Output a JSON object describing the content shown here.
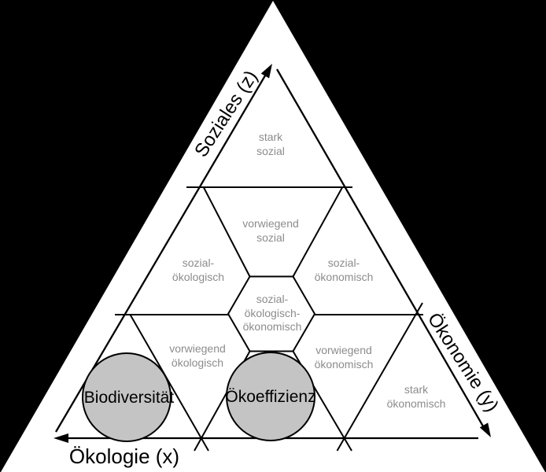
{
  "diagram": {
    "type": "ternary-sustainability-triangle",
    "axes": {
      "x": {
        "label": "Ökologie (x)",
        "arrow_direction": "left"
      },
      "y": {
        "label": "Ökonomie (y)",
        "arrow_direction": "down-right"
      },
      "z": {
        "label": "Soziales (z)",
        "arrow_direction": "up-right"
      }
    },
    "regions": {
      "stark_sozial": {
        "label": "stark\nsozial"
      },
      "vorwiegend_sozial": {
        "label": "vorwiegend\nsozial"
      },
      "sozial_oekologisch": {
        "label": "sozial-\nökologisch"
      },
      "sozial_oekonomisch": {
        "label": "sozial-\nökonomisch"
      },
      "zentrum": {
        "label": "sozial-\nökologisch-\nökonomisch"
      },
      "vorwiegend_oekologisch": {
        "label": "vorwiegend\nökologisch"
      },
      "vorwiegend_oekonomisch": {
        "label": "vorwiegend\nökonomisch"
      },
      "stark_oekonomisch": {
        "label": "stark\nökonomisch"
      }
    },
    "markers": {
      "biodiversitaet": {
        "label": "Biodiversität",
        "shape": "circle"
      },
      "oekoeffizienz": {
        "label": "Ökoeffizienz",
        "shape": "circle"
      }
    }
  },
  "colors": {
    "background": "#000000",
    "surface": "#ffffff",
    "line": "#000000",
    "region_label": "#8c8c8c",
    "marker_fill": "#c4c4c4",
    "marker_stroke": "#000000",
    "text": "#000000"
  }
}
